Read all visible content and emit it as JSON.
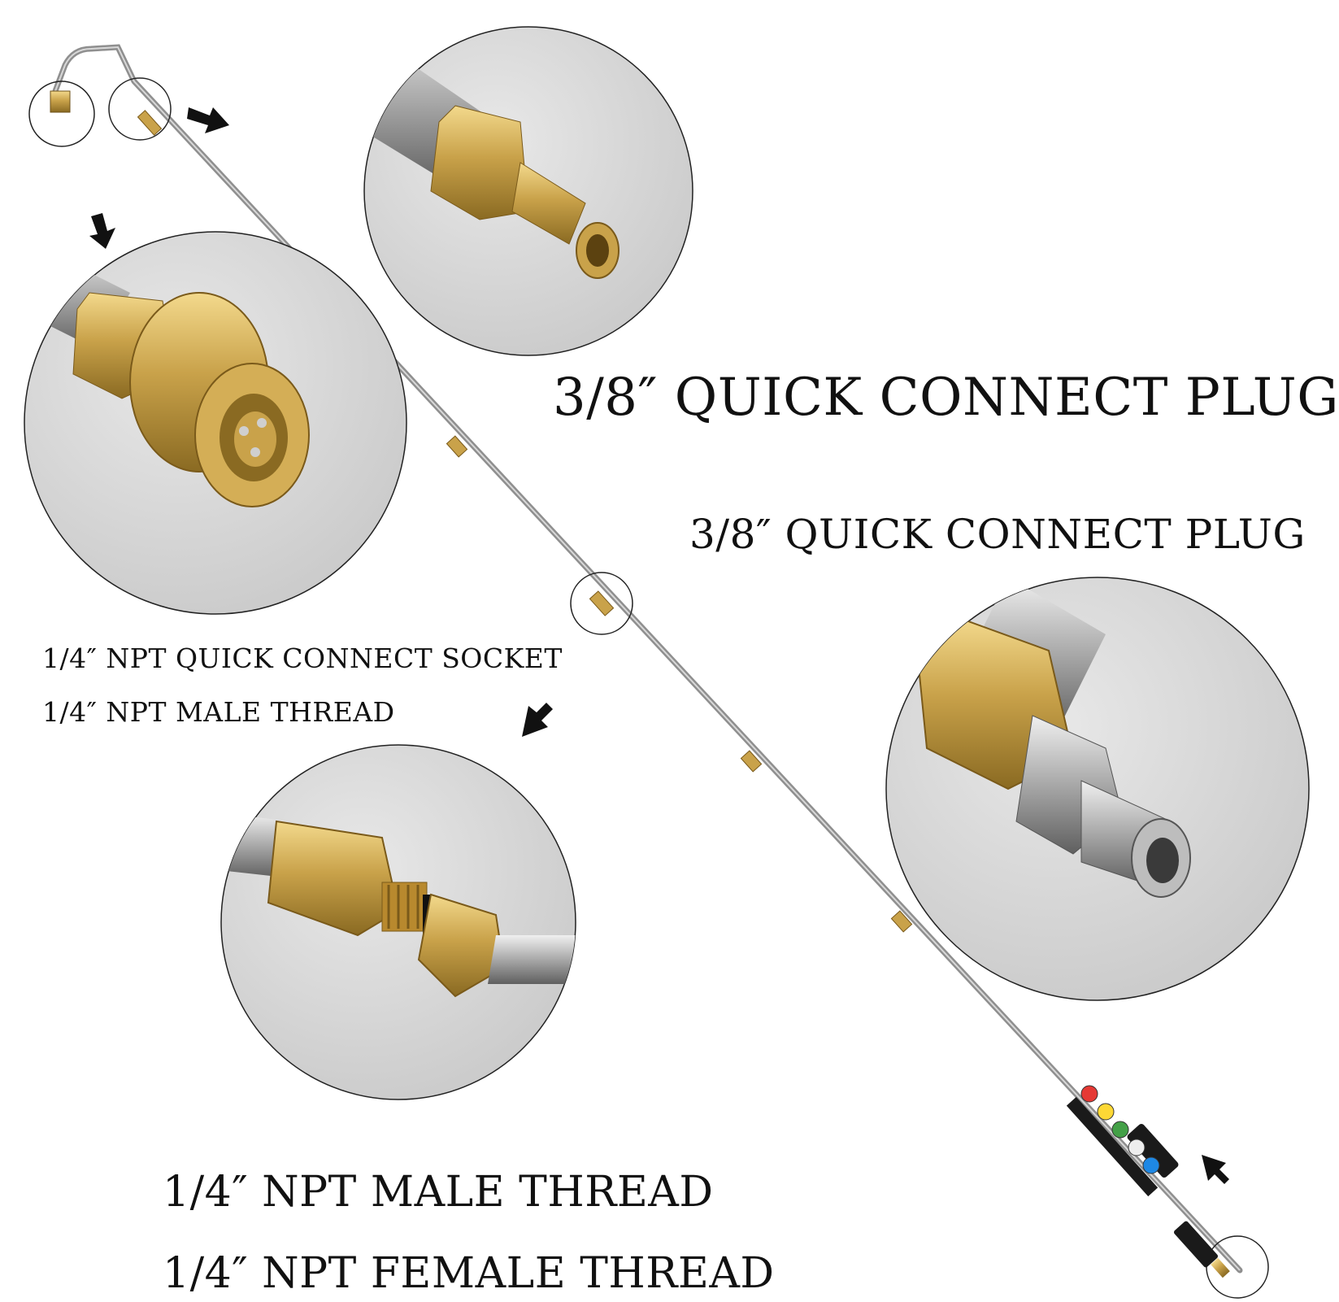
{
  "labels": {
    "quick_connect_plug_large": "3/8″ QUICK CONNECT PLUG",
    "quick_connect_plug_small": "3/8″ QUICK CONNECT PLUG",
    "socket_label": "1/4″ NPT QUICK CONNECT SOCKET",
    "male_thread_small": "1/4″ NPT MALE THREAD",
    "male_thread_large": "1/4″ NPT MALE THREAD",
    "female_thread_large": "1/4″ NPT FEMALE THREAD"
  },
  "colors": {
    "background": "#ffffff",
    "brass": "#c9a24a",
    "steel": "#9c9c9c",
    "circle_bg": "#d4d4d4",
    "arrow": "#111111"
  },
  "nozzle_colors": [
    "#e53935",
    "#fdd835",
    "#43a047",
    "#eeeeee",
    "#1e88e5"
  ]
}
